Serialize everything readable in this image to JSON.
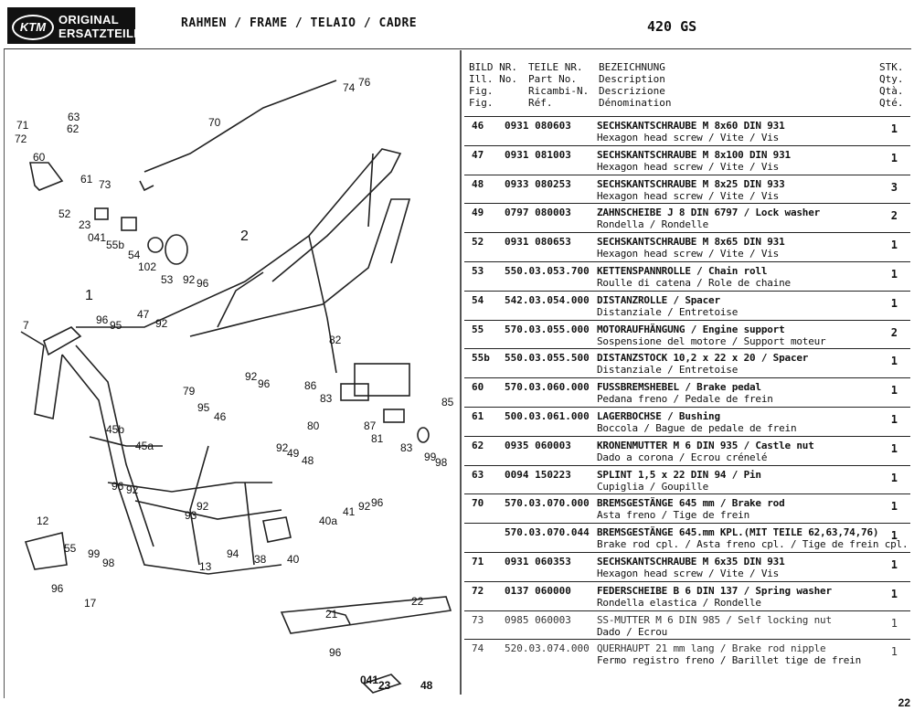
{
  "header": {
    "logo_mark": "KTM",
    "logo_line1": "ORIGINAL",
    "logo_line2": "ERSATZTEILE",
    "title": "RAHMEN / FRAME / TELAIO / CADRE",
    "model": "420 GS"
  },
  "columns": {
    "fig": "BILD NR.\nIll. No.\nFig.\nFig.",
    "part": "TEILE NR.\nPart No.\nRicambi-N.\nRéf.",
    "desc": "BEZEICHNUNG\nDescription\nDescrizione\nDénomination",
    "qty": "STK.\nQty.\nQtà.\nQté."
  },
  "parts": [
    {
      "fig": "46",
      "part": "0931 080603",
      "d1": "SECHSKANTSCHRAUBE M 8x60 DIN 931",
      "d2": "Hexagon head screw / Vite / Vis",
      "qty": "1"
    },
    {
      "fig": "47",
      "part": "0931 081003",
      "d1": "SECHSKANTSCHRAUBE M 8x100 DIN 931",
      "d2": "Hexagon head screw / Vite / Vis",
      "qty": "1"
    },
    {
      "fig": "48",
      "part": "0933 080253",
      "d1": "SECHSKANTSCHRAUBE M 8x25 DIN 933",
      "d2": "Hexagon head screw / Vite / Vis",
      "qty": "3"
    },
    {
      "fig": "49",
      "part": "0797 080003",
      "d1": "ZAHNSCHEIBE J 8 DIN 6797 / Lock washer",
      "d2": "Rondella / Rondelle",
      "qty": "2"
    },
    {
      "fig": "52",
      "part": "0931 080653",
      "d1": "SECHSKANTSCHRAUBE M 8x65 DIN 931",
      "d2": "Hexagon head screw / Vite / Vis",
      "qty": "1"
    },
    {
      "fig": "53",
      "part": "550.03.053.700",
      "d1": "KETTENSPANNROLLE / Chain roll",
      "d2": "Roulle di catena / Role de chaine",
      "qty": "1"
    },
    {
      "fig": "54",
      "part": "542.03.054.000",
      "d1": "DISTANZROLLE / Spacer",
      "d2": "Distanziale / Entretoise",
      "qty": "1"
    },
    {
      "fig": "55",
      "part": "570.03.055.000",
      "d1": "MOTORAUFHÄNGUNG / Engine support",
      "d2": "Sospensione del motore / Support moteur",
      "qty": "2"
    },
    {
      "fig": "55b",
      "part": "550.03.055.500",
      "d1": "DISTANZSTOCK 10,2 x 22 x 20 / Spacer",
      "d2": "Distanziale / Entretoise",
      "qty": "1"
    },
    {
      "fig": "60",
      "part": "570.03.060.000",
      "d1": "FUSSBREMSHEBEL / Brake pedal",
      "d2": "Pedana freno / Pedale de frein",
      "qty": "1"
    },
    {
      "fig": "61",
      "part": "500.03.061.000",
      "d1": "LAGERBOCHSE / Bushing",
      "d2": "Boccola / Bague de pedale de frein",
      "qty": "1"
    },
    {
      "fig": "62",
      "part": "0935 060003",
      "d1": "KRONENMUTTER M 6 DIN 935 / Castle nut",
      "d2": "Dado a corona / Ecrou crénelé",
      "qty": "1"
    },
    {
      "fig": "63",
      "part": "0094 150223",
      "d1": "SPLINT 1,5 x 22 DIN 94 / Pin",
      "d2": "Cupiglia / Goupille",
      "qty": "1"
    },
    {
      "fig": "70",
      "part": "570.03.070.000",
      "d1": "BREMSGESTÄNGE 645 mm / Brake rod",
      "d2": "Asta freno / Tige de frein",
      "qty": "1"
    },
    {
      "fig": "",
      "part": "570.03.070.044",
      "d1": "BREMSGESTÄNGE 645.mm KPL.(MIT TEILE 62,63,74,76)",
      "d2": "Brake rod cpl. / Asta freno cpl. / Tige de frein cpl.",
      "qty": "1"
    },
    {
      "fig": "71",
      "part": "0931 060353",
      "d1": "SECHSKANTSCHRAUBE M 6x35 DIN 931",
      "d2": "Hexagon head screw / Vite / Vis",
      "qty": "1"
    },
    {
      "fig": "72",
      "part": "0137 060000",
      "d1": "FEDERSCHEIBE B 6 DIN 137 / Spring washer",
      "d2": "Rondella elastica / Rondelle",
      "qty": "1"
    },
    {
      "fig": "73",
      "part": "0985 060003",
      "d1": "SS-MUTTER M 6 DIN 985 / Self locking nut",
      "d2": "Dado / Ecrou",
      "qty": "1"
    },
    {
      "fig": "74",
      "part": "520.03.074.000",
      "d1": "QUERHAUPT 21 mm lang / Brake rod nipple",
      "d2": "Fermo registro freno / Barillet tige de frein",
      "qty": "1"
    }
  ],
  "callouts": [
    "74",
    "76",
    "70",
    "71",
    "63",
    "62",
    "72",
    "60",
    "61",
    "73",
    "52",
    "23",
    "041",
    "55b",
    "54",
    "102",
    "53",
    "92",
    "96",
    "2",
    "1",
    "7",
    "96",
    "95",
    "47",
    "92",
    "82",
    "86",
    "83",
    "85",
    "79",
    "92",
    "96",
    "95",
    "46",
    "80",
    "87",
    "81",
    "83",
    "99",
    "98",
    "45b",
    "45a",
    "92",
    "49",
    "48",
    "96",
    "92",
    "93",
    "92",
    "41",
    "92",
    "96",
    "40a",
    "12",
    "55",
    "99",
    "98",
    "94",
    "13",
    "38",
    "40",
    "96",
    "17",
    "22",
    "21",
    "96",
    "041",
    "23",
    "48"
  ],
  "page_number": "22"
}
